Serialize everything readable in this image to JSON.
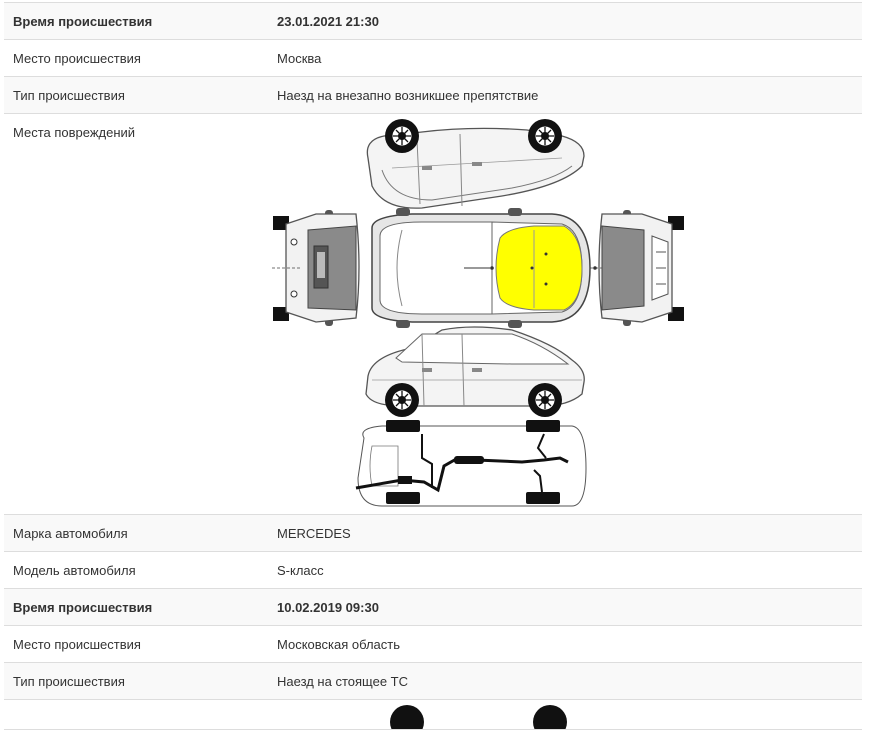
{
  "incidents": [
    {
      "time_label": "Время происшествия",
      "time_value": "23.01.2021 21:30",
      "place_label": "Место происшествия",
      "place_value": "Москва",
      "type_label": "Тип происшествия",
      "type_value": "Наезд на внезапно возникшее препятствие",
      "damage_label": "Места повреждений",
      "damage_zones": [
        "roof-front-right"
      ],
      "highlight_color": "#ffff00",
      "brand_label": "Марка автомобиля",
      "brand_value": "MERCEDES",
      "model_label": "Модель автомобиля",
      "model_value": "S-класс"
    },
    {
      "time_label": "Время происшествия",
      "time_value": "10.02.2019 09:30",
      "place_label": "Место происшествия",
      "place_value": "Московская область",
      "type_label": "Тип происшествия",
      "type_value": "Наезд на стоящее ТС"
    }
  ]
}
